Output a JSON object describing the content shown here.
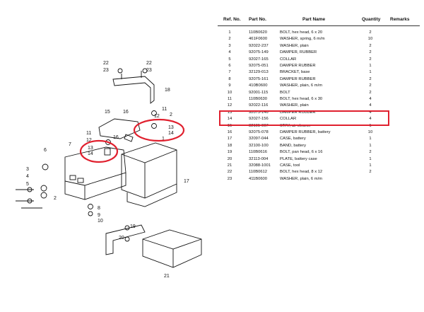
{
  "table": {
    "headers": [
      "Ref. No.",
      "Part No.",
      "Part Name",
      "Quantity",
      "Remarks"
    ],
    "rows": [
      {
        "ref": "1",
        "part_no": "110B0620",
        "name": "BOLT, hex head, 6 x 20",
        "qty": "2"
      },
      {
        "ref": "2",
        "part_no": "461F0600",
        "name": "WASHER, spring, 6 m/m",
        "qty": "10"
      },
      {
        "ref": "3",
        "part_no": "92022-237",
        "name": "WASHER, plain",
        "qty": "2"
      },
      {
        "ref": "4",
        "part_no": "92075-149",
        "name": "DAMPER, RUBBER",
        "qty": "2"
      },
      {
        "ref": "5",
        "part_no": "92027-165",
        "name": "COLLAR",
        "qty": "2"
      },
      {
        "ref": "6",
        "part_no": "92075-051",
        "name": "DAMPER RUBBER",
        "qty": "1"
      },
      {
        "ref": "7",
        "part_no": "32129-013",
        "name": "BRACKET, base",
        "qty": "1"
      },
      {
        "ref": "8",
        "part_no": "92075-161",
        "name": "DAMPER RUBBER",
        "qty": "2"
      },
      {
        "ref": "9",
        "part_no": "410B0600",
        "name": "WASHER, plain, 6 m/m",
        "qty": "2"
      },
      {
        "ref": "10",
        "part_no": "92001-115",
        "name": "BOLT",
        "qty": "2"
      },
      {
        "ref": "11",
        "part_no": "110B0630",
        "name": "BOLT, hex head, 6 x 30",
        "qty": "4"
      },
      {
        "ref": "12",
        "part_no": "92022-116",
        "name": "WASHER, plain",
        "qty": "4"
      },
      {
        "ref": "13",
        "part_no": "92075-146",
        "name": "DAMPER RUBBER",
        "qty": "4"
      },
      {
        "ref": "14",
        "part_no": "92027-156",
        "name": "COLLAR",
        "qty": "4"
      },
      {
        "ref": "15",
        "part_no": "32105-007",
        "name": "STAY, air cleaner",
        "qty": "1"
      },
      {
        "ref": "16",
        "part_no": "92075-078",
        "name": "DAMPER RUBBER, battery",
        "qty": "10"
      },
      {
        "ref": "17",
        "part_no": "32097-044",
        "name": "CASE, battery",
        "qty": "1"
      },
      {
        "ref": "18",
        "part_no": "32100-100",
        "name": "BAND, battery",
        "qty": "1"
      },
      {
        "ref": "19",
        "part_no": "110B0616",
        "name": "BOLT, pan head, 6 x 16",
        "qty": "2"
      },
      {
        "ref": "20",
        "part_no": "32113-004",
        "name": "PLATE, battery case",
        "qty": "1"
      },
      {
        "ref": "21",
        "part_no": "32088-1001",
        "name": "CASE, tool",
        "qty": "1"
      },
      {
        "ref": "22",
        "part_no": "110B0612",
        "name": "BOLT, hex head, 8 x 12",
        "qty": "2"
      },
      {
        "ref": "23",
        "part_no": "411B0600",
        "name": "WASHER, plain, 6 m/m",
        "qty": ""
      }
    ]
  },
  "diagram": {
    "callouts": [
      "22",
      "23",
      "22",
      "23",
      "18",
      "15",
      "16",
      "11",
      "12",
      "2",
      "13",
      "14",
      "1",
      "11",
      "12",
      "13",
      "14",
      "16",
      "17",
      "7",
      "6",
      "3",
      "4",
      "5",
      "2",
      "8",
      "9",
      "10",
      "19",
      "20",
      "21"
    ]
  },
  "colors": {
    "highlight": "#e0202e",
    "ink": "#111111"
  }
}
